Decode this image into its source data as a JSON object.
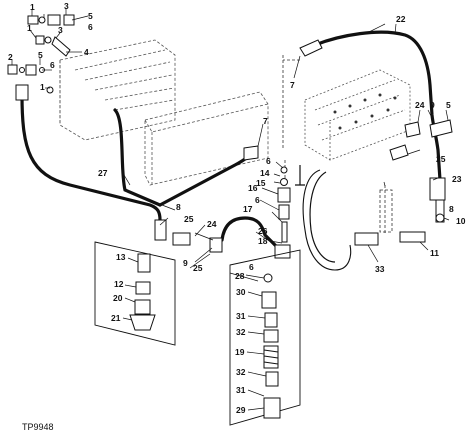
{
  "figure_id": "TP9948",
  "callouts": {
    "c1": "1",
    "c2": "2",
    "c3": "3",
    "c4": "4",
    "c5": "5",
    "c6": "6",
    "c7": "7",
    "c8": "8",
    "c9": "9",
    "c10": "10",
    "c11": "11",
    "c12": "12",
    "c13": "13",
    "c14": "14",
    "c15": "15",
    "c16": "16",
    "c17": "17",
    "c18": "18",
    "c19": "19",
    "c20": "20",
    "c21": "21",
    "c22": "22",
    "c23": "23",
    "c24": "24",
    "c25": "25",
    "c26": "26",
    "c27": "27",
    "c28": "28",
    "c29": "29",
    "c30": "30",
    "c31": "31",
    "c32": "32",
    "c33": "33"
  },
  "colors": {
    "line": "#111111",
    "hidden": "#555555",
    "background": "#ffffff"
  }
}
